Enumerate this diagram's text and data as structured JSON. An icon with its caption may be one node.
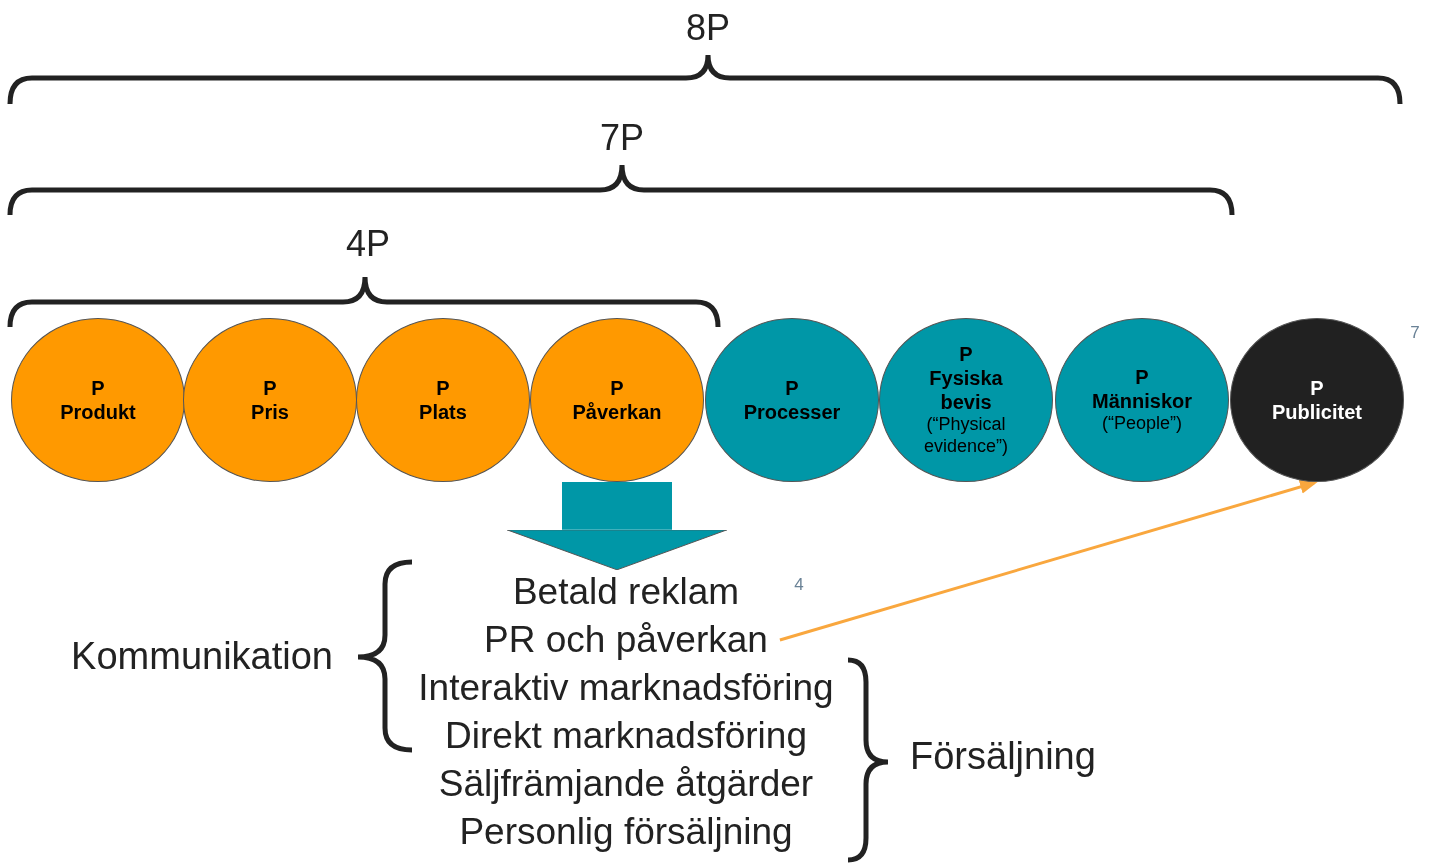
{
  "diagram": {
    "nodes": [
      {
        "text": [
          "P",
          "Produkt"
        ]
      },
      {
        "text": [
          "P",
          "Pris"
        ]
      },
      {
        "text": [
          "P",
          "Plats"
        ]
      },
      {
        "text": [
          "P",
          "Påverkan"
        ]
      },
      {
        "text": [
          "P",
          "Processer"
        ]
      },
      {
        "text": [
          "P",
          "Fysiska bevis",
          "(“Physical evidence”)"
        ]
      },
      {
        "text": [
          "P",
          "Människor",
          "(“People”)"
        ]
      },
      {
        "text": [
          "P",
          "Publicitet"
        ],
        "beside": [
          "7"
        ]
      },
      {
        "text": [
          "Betald reklam"
        ],
        "beside": [
          "4"
        ]
      },
      {
        "text": [
          "PR och påverkan"
        ]
      },
      {
        "text": [
          "Interaktiv marknadsföring"
        ]
      },
      {
        "text": [
          "Direkt marknadsföring"
        ]
      },
      {
        "text": [
          "Säljfrämjande åtgärder"
        ]
      },
      {
        "text": [
          "Personlig försäljning"
        ]
      }
    ],
    "edges": [
      {
        "from": 3,
        "to": 8,
        "arrow": "to",
        "style": "thick",
        "color": "#0097a7"
      },
      {
        "from": 9,
        "to": 7,
        "arrow": "to",
        "color": "#f9a73e"
      }
    ],
    "labels": [
      "8P",
      "7P",
      "4P",
      "Kommunikation",
      "Försäljning"
    ]
  }
}
